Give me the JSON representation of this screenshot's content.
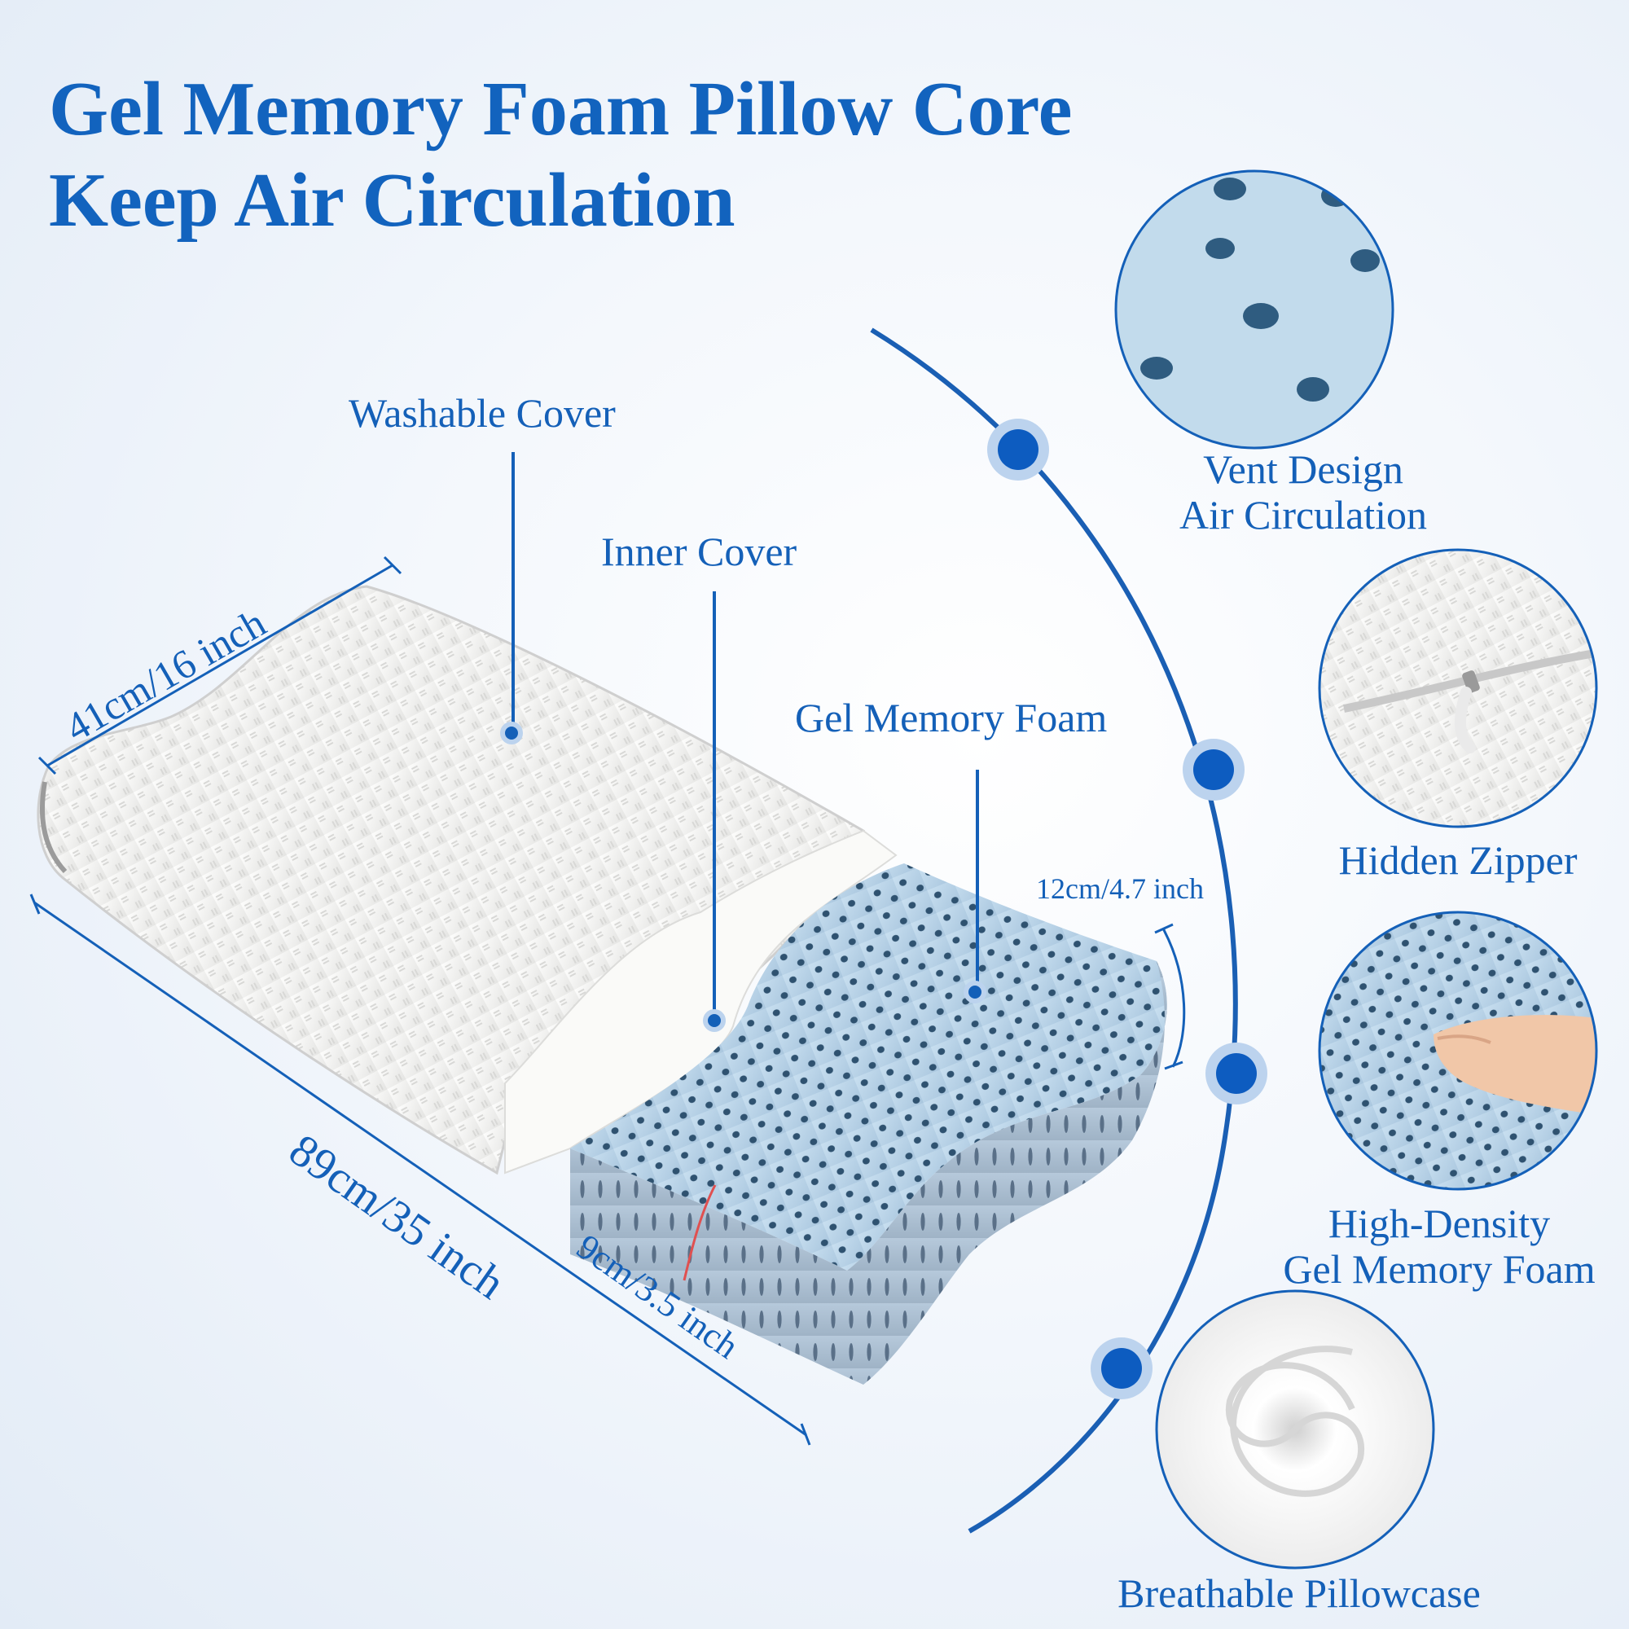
{
  "page": {
    "title_line1": "Gel Memory Foam Pillow Core",
    "title_line2": "Keep Air Circulation"
  },
  "callouts": {
    "washable_cover": "Washable Cover",
    "inner_cover": "Inner Cover",
    "gel_memory_foam": "Gel Memory Foam"
  },
  "dimensions": {
    "width": "41cm/16 inch",
    "length": "89cm/35 inch",
    "low_height": "9cm/3.5 inch",
    "high_height": "12cm/4.7 inch"
  },
  "features": [
    {
      "line1": "Vent Design",
      "line2": "Air Circulation",
      "icon": "vented-foam-closeup"
    },
    {
      "line1": "Hidden Zipper",
      "line2": "",
      "icon": "zipper-closeup"
    },
    {
      "line1": "High-Density",
      "line2": "Gel Memory Foam",
      "icon": "hand-pressing-foam"
    },
    {
      "line1": "Breathable Pillowcase",
      "line2": "",
      "icon": "fabric-swirl"
    }
  ],
  "colors": {
    "brand_blue": "#1263be",
    "foam_blue": "#b9d3e8",
    "cover_white": "#f6f6f4"
  }
}
